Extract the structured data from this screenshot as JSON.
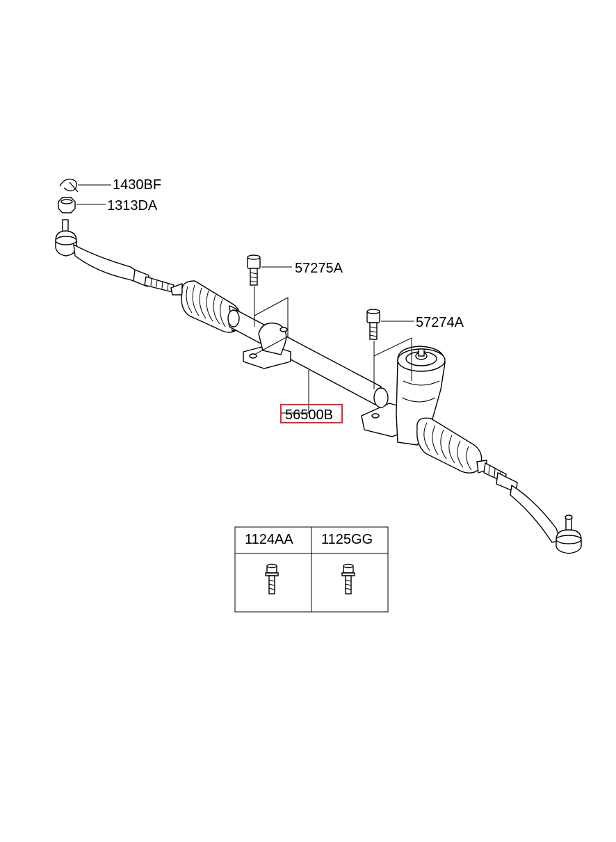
{
  "labels": {
    "cotter_pin": "1430BF",
    "nut": "1313DA",
    "bolt_upper": "57275A",
    "bolt_right": "57274A",
    "gear_assembly": "56500B"
  },
  "table": {
    "col1_header": "1124AA",
    "col2_header": "1125GG"
  },
  "colors": {
    "highlight": "#e8262c",
    "line": "#000000"
  }
}
